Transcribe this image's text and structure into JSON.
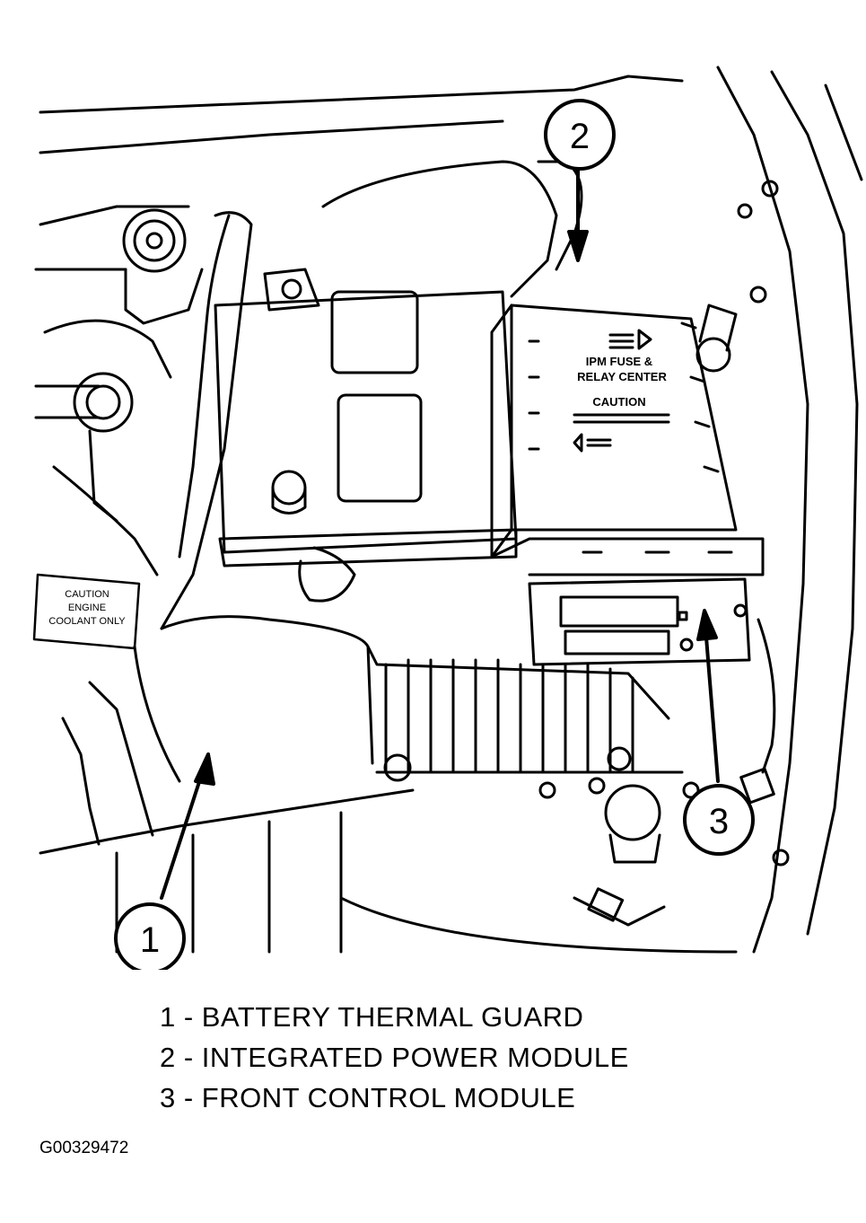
{
  "callouts": [
    {
      "number": "1",
      "label": "BATTERY THERMAL GUARD"
    },
    {
      "number": "2",
      "label": "INTEGRATED POWER MODULE"
    },
    {
      "number": "3",
      "label": "FRONT CONTROL MODULE"
    }
  ],
  "legend": [
    "1 - BATTERY THERMAL GUARD",
    "2 - INTEGRATED POWER MODULE",
    "3 - FRONT CONTROL MODULE"
  ],
  "module_cover": {
    "line1": "IPM FUSE &",
    "line2": "RELAY CENTER",
    "line3": "CAUTION"
  },
  "coolant_label": {
    "line1": "CAUTION",
    "line2": "ENGINE",
    "line3": "COOLANT ONLY"
  },
  "figure_id": "G00329472"
}
